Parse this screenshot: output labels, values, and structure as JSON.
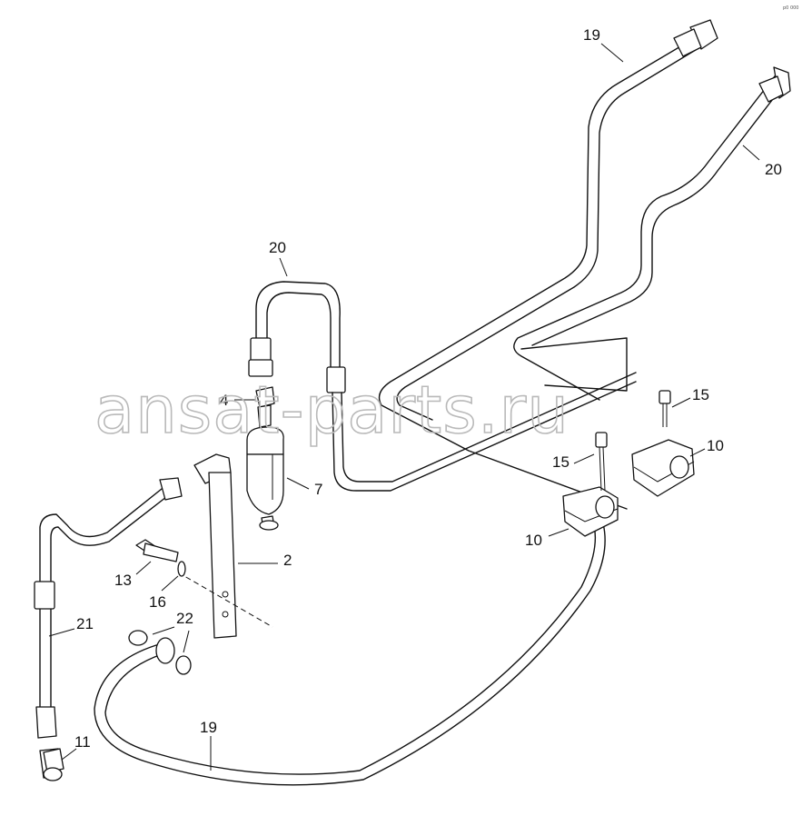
{
  "watermark": "ansat-parts.ru",
  "corner_mark": "p0 000",
  "callouts": {
    "c19_top": "19",
    "c20_right": "20",
    "c20_left": "20",
    "c4": "4",
    "c15_right": "15",
    "c10_right": "10",
    "c15_mid": "15",
    "c7": "7",
    "c2": "2",
    "c13": "13",
    "c16": "16",
    "c22": "22",
    "c21": "21",
    "c10_left": "10",
    "c19_bottom": "19",
    "c11": "11"
  }
}
